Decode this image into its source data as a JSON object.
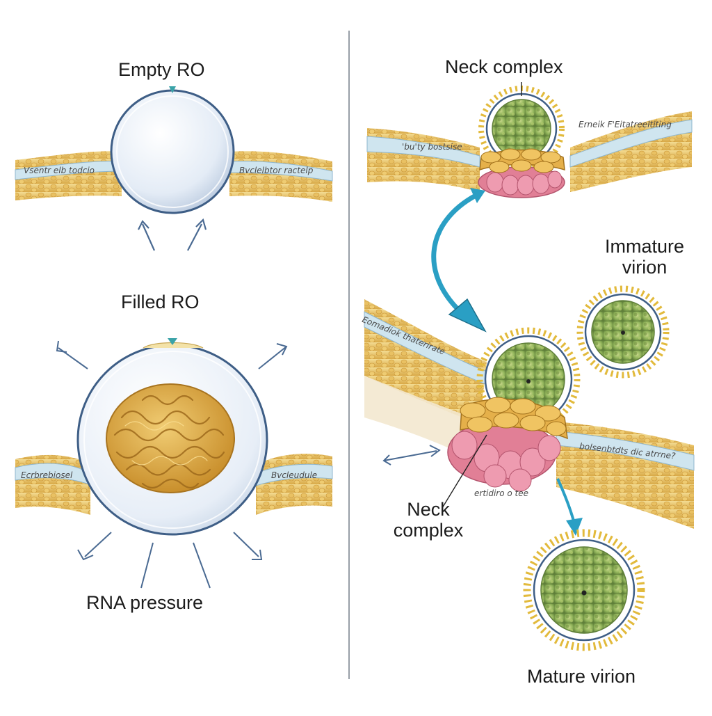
{
  "left_panel": {
    "empty_ro": {
      "title": "Empty RO",
      "membrane_left_text": "Vsentr elb todcio",
      "membrane_right_text": "Bvclelbtor ractelp"
    },
    "filled_ro": {
      "title": "Filled RO",
      "membrane_left_text": "Ecrbrebiosel",
      "membrane_right_text": "Bvcleudule",
      "pressure_label": "RNA pressure"
    }
  },
  "right_panel": {
    "top": {
      "title": "Neck complex",
      "membrane_left_text": "'bu'ty bostsise",
      "membrane_right_text": "Erneik F'Eitatreeltiting"
    },
    "immature": {
      "title_line1": "Immature",
      "title_line2": "virion"
    },
    "middle": {
      "membrane_left_text": "Eomadiok thaterirate",
      "membrane_right_text": "bolsenbtdts dic atrrne?",
      "below_text": "ertidiro o tee"
    },
    "neck_label_line1": "Neck",
    "neck_label_line2": "complex",
    "mature": {
      "title": "Mature virion"
    }
  },
  "colors": {
    "membrane_yellow": "#ecc86a",
    "membrane_band": "#bcdbe8",
    "vesicle_edge": "#3e5e86",
    "arrow_teal": "#2a9fc4",
    "capsid_green": "#8cb85a",
    "neck_pink": "#e17f96",
    "neck_gold": "#e5b04a",
    "spike_gold": "#e2ba3c"
  }
}
